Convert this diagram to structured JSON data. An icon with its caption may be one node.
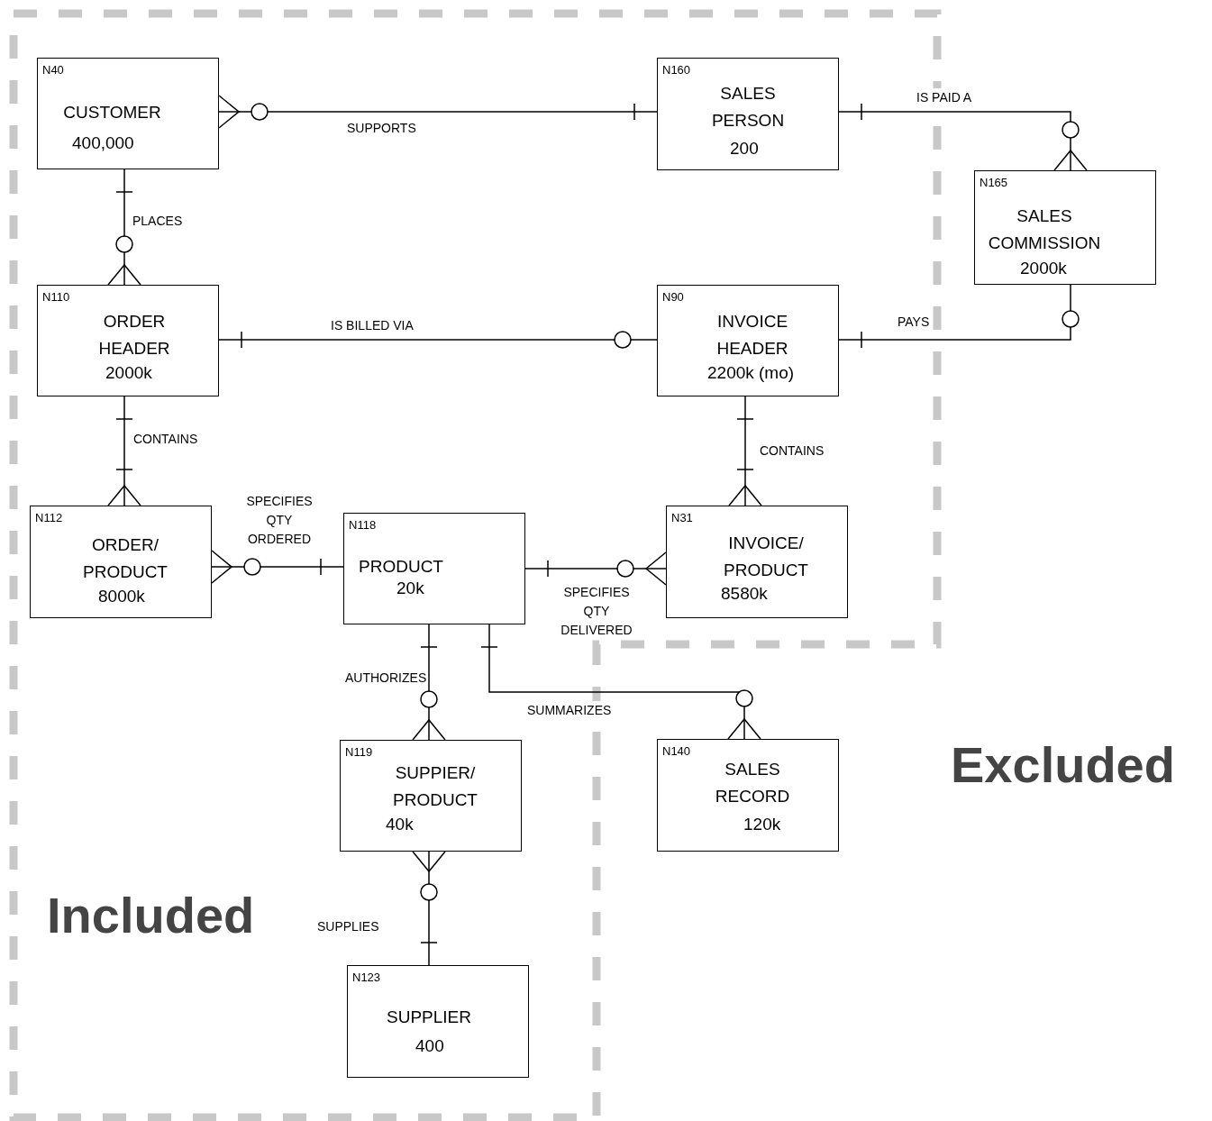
{
  "diagram": {
    "nodes": [
      {
        "text": [
          "N40",
          "CUSTOMER",
          "400,000"
        ]
      },
      {
        "text": [
          "N160",
          "SALES PERSON",
          "200"
        ]
      },
      {
        "text": [
          "N165",
          "SALES COMMISSION",
          "2000k"
        ]
      },
      {
        "text": [
          "N110",
          "ORDER HEADER",
          "2000k"
        ]
      },
      {
        "text": [
          "N90",
          "INVOICE HEADER",
          "2200k (mo)"
        ]
      },
      {
        "text": [
          "N112",
          "ORDER/PRODUCT",
          "8000k"
        ]
      },
      {
        "text": [
          "N118",
          "PRODUCT",
          "20k"
        ]
      },
      {
        "text": [
          "N31",
          "INVOICE/PRODUCT",
          "8580k"
        ]
      },
      {
        "text": [
          "N119",
          "SUPPIER/PRODUCT",
          "40k"
        ]
      },
      {
        "text": [
          "N140",
          "SALES RECORD",
          "120k"
        ]
      },
      {
        "text": [
          "N123",
          "SUPPLIER",
          "400"
        ]
      }
    ],
    "edges": [
      {
        "from": 0,
        "to": 1,
        "arrow": "other",
        "label": "SUPPORTS"
      },
      {
        "from": 1,
        "to": 2,
        "arrow": "other",
        "label": "IS PAID A"
      },
      {
        "from": 0,
        "to": 3,
        "arrow": "other",
        "label": "PLACES"
      },
      {
        "from": 3,
        "to": 4,
        "arrow": "other",
        "label": "IS BILLED VIA"
      },
      {
        "from": 4,
        "to": 2,
        "arrow": "other",
        "label": "PAYS"
      },
      {
        "from": 3,
        "to": 5,
        "arrow": "other",
        "label": "CONTAINS"
      },
      {
        "from": 4,
        "to": 7,
        "arrow": "other",
        "label": "CONTAINS"
      },
      {
        "from": 5,
        "to": 6,
        "arrow": "other",
        "label": "SPECIFIES QTY ORDERED"
      },
      {
        "from": 6,
        "to": 7,
        "arrow": "other",
        "label": "SPECIFIES QTY DELIVERED"
      },
      {
        "from": 6,
        "to": 8,
        "arrow": "other",
        "label": "AUTHORIZES"
      },
      {
        "from": 6,
        "to": 9,
        "arrow": "other",
        "label": "SUMMARIZES"
      },
      {
        "from": 10,
        "to": 8,
        "arrow": "other",
        "label": "SUPPLIES"
      }
    ],
    "labels": [
      "Excluded",
      "Included"
    ]
  }
}
